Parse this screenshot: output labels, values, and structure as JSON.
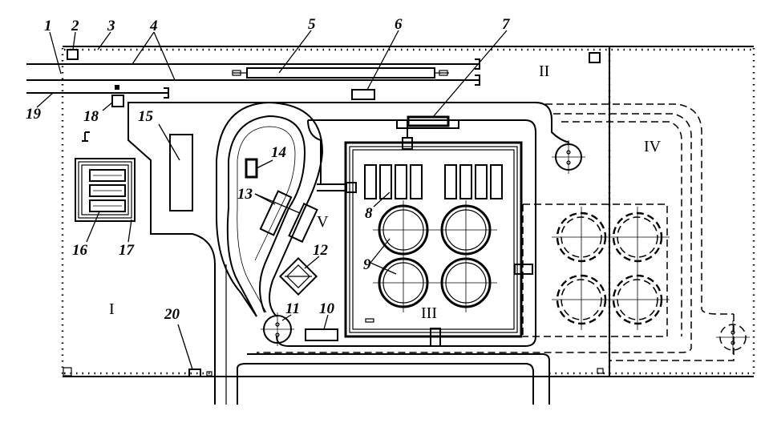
{
  "labels": {
    "l1": "1",
    "l2": "2",
    "l3": "3",
    "l4": "4",
    "l5": "5",
    "l6": "6",
    "l7": "7",
    "l8": "8",
    "l9": "9",
    "l10": "10",
    "l11": "11",
    "l12": "12",
    "l13": "13",
    "l14": "14",
    "l15": "15",
    "l16": "16",
    "l17": "17",
    "l18": "18",
    "l19": "19",
    "l20": "20"
  },
  "zones": {
    "zone_1": "I",
    "zone_2": "II",
    "zone_3": "III",
    "zone_4": "IV",
    "zone_5": "V"
  }
}
